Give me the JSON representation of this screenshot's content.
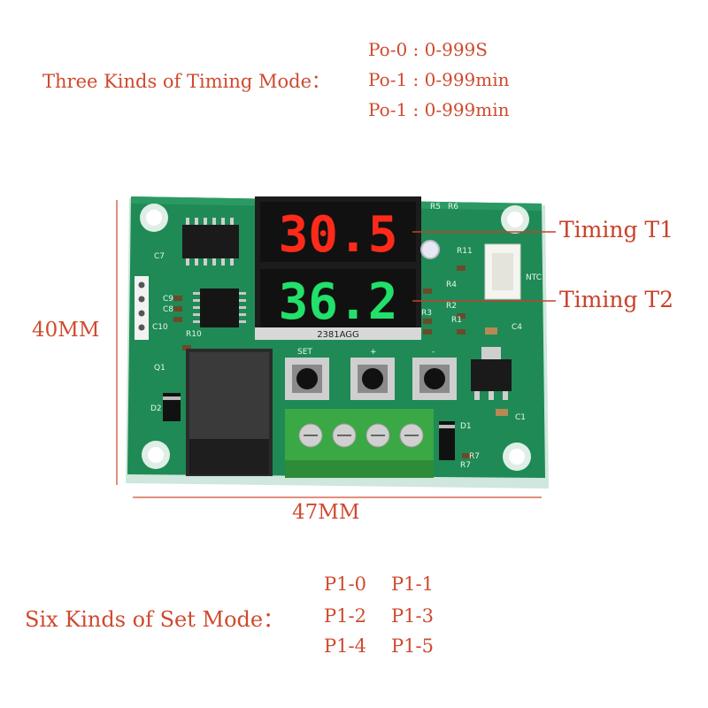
{
  "timing_modes": {
    "title": "Three Kinds of Timing Mode：",
    "items": [
      "Po-0 : 0-999S",
      "Po-1 : 0-999min",
      "Po-1 : 0-999min"
    ]
  },
  "board": {
    "display_top": "30.5",
    "display_bottom": "36.2",
    "display_model": "2381AGG",
    "silkscreen": [
      "C7",
      "C10",
      "C9",
      "C8",
      "R10",
      "Q1",
      "D2",
      "SET",
      "+",
      "-",
      "R7",
      "R5",
      "R6",
      "R11",
      "R4",
      "R2",
      "R3",
      "R1",
      "C4",
      "C1",
      "D1",
      "R7",
      "NTC"
    ],
    "top_display_color": "#ff2a1a",
    "bottom_display_color": "#22e06a",
    "pcb_color": "#1f8a55"
  },
  "callouts": {
    "t1": "Timing T1",
    "t2": "Timing T2"
  },
  "dimensions": {
    "height": "40MM",
    "width": "47MM"
  },
  "set_modes": {
    "title": "Six Kinds of Set Mode：",
    "items": [
      "P1-0",
      "P1-1",
      "P1-2",
      "P1-3",
      "P1-4",
      "P1-5"
    ]
  }
}
